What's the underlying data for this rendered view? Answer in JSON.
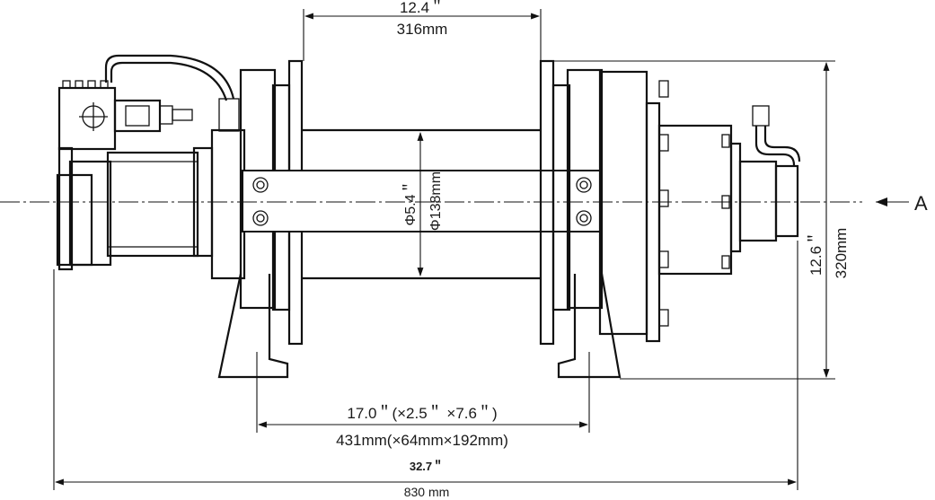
{
  "dimensions": {
    "drum_length_in": "12.4＂",
    "drum_length_mm": "316mm",
    "drum_dia_in": "Φ5.4＂",
    "drum_dia_mm": "Φ138mm",
    "height_in": "12.6＂",
    "height_mm": "320mm",
    "mount_in": "17.0＂(×2.5＂ ×7.6＂)",
    "mount_mm": "431mm(×64mm×192mm)",
    "overall_in": "32.7＂",
    "overall_mm": "830 mm"
  },
  "view_label": "A"
}
